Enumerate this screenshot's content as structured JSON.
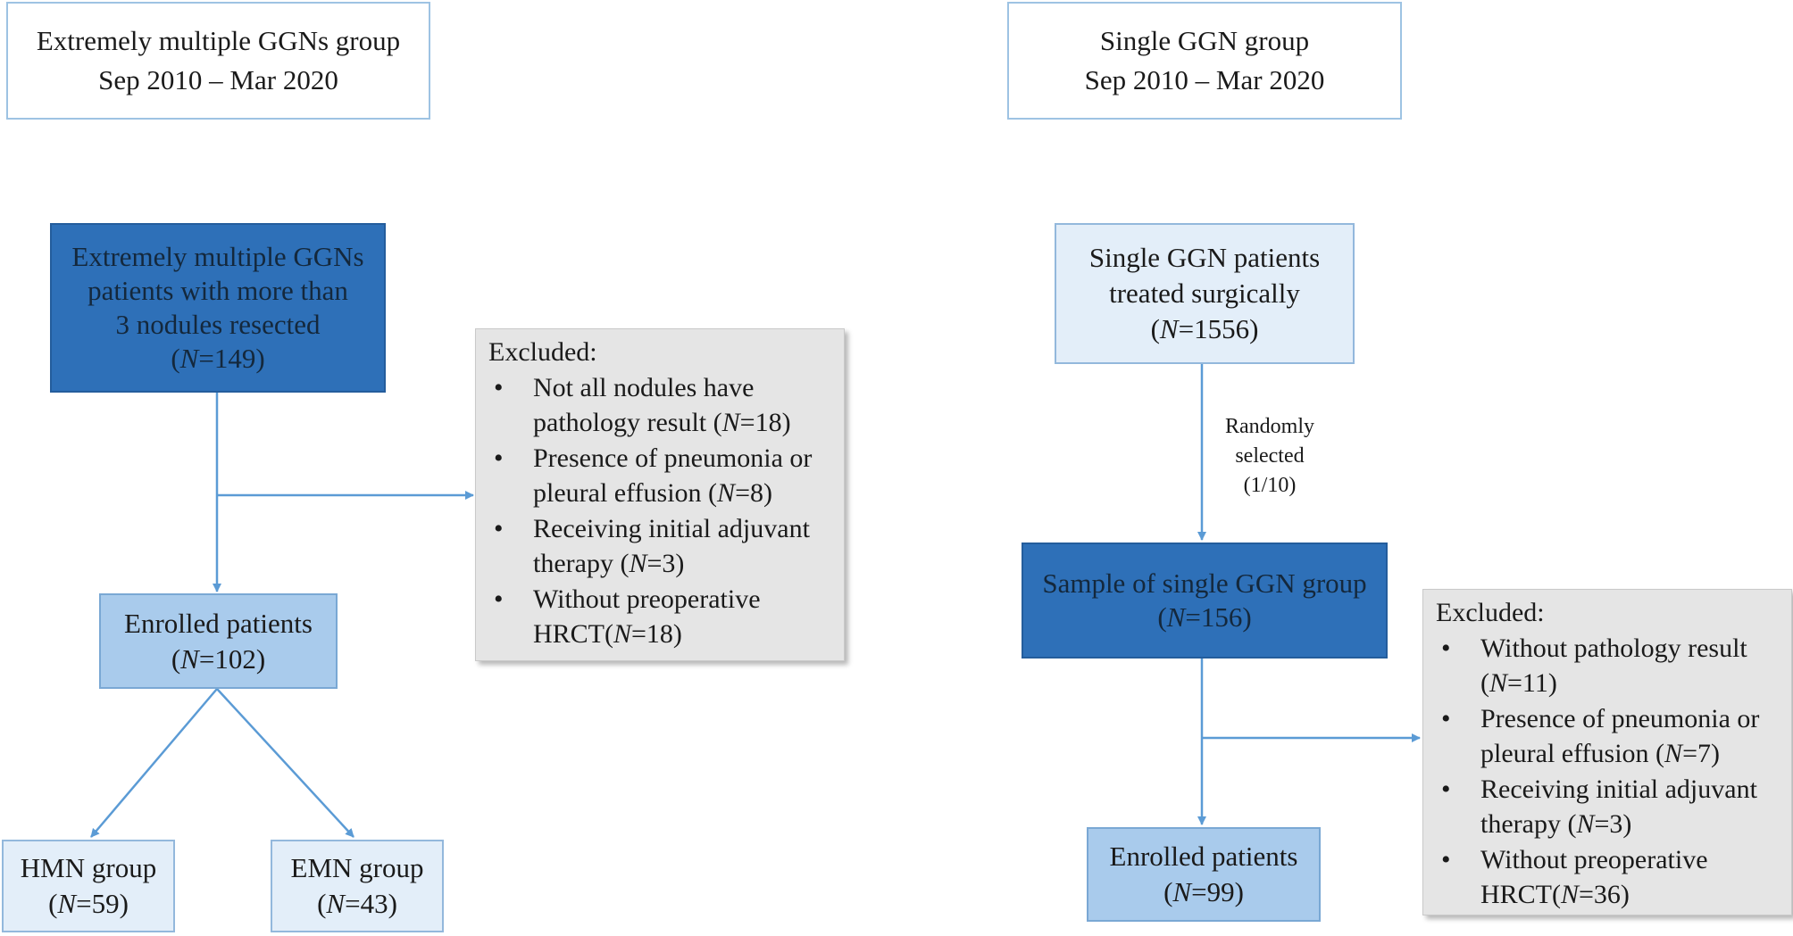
{
  "left": {
    "header": {
      "line1": "Extremely multiple GGNs group",
      "line2": "Sep 2010 – Mar 2020"
    },
    "start": {
      "line1": "Extremely multiple GGNs",
      "line2": "patients with more than",
      "line3": "3 nodules resected",
      "n_label": "N",
      "n_value": "=149"
    },
    "excluded": {
      "title": "Excluded:",
      "bullet": "•",
      "items": [
        {
          "line1": "Not all nodules have",
          "line2_pre": "pathology result (",
          "n_label": "N",
          "n_value": "=18)"
        },
        {
          "line1": "Presence of pneumonia or",
          "line2_pre": "pleural effusion (",
          "n_label": "N",
          "n_value": "=8)"
        },
        {
          "line1": "Receiving initial adjuvant",
          "line2_pre": "therapy (",
          "n_label": "N",
          "n_value": "=3)"
        },
        {
          "line1": "Without preoperative",
          "line2_pre": "HRCT(",
          "n_label": "N",
          "n_value": "=18)"
        }
      ]
    },
    "enrolled": {
      "line1": "Enrolled patients",
      "n_label": "N",
      "n_value": "=102"
    },
    "hmn": {
      "line1": "HMN group",
      "n_label": "N",
      "n_value": "=59"
    },
    "emn": {
      "line1": "EMN group",
      "n_label": "N",
      "n_value": "=43"
    }
  },
  "right": {
    "header": {
      "line1": "Single GGN group",
      "line2": "Sep 2010 – Mar 2020"
    },
    "start": {
      "line1": "Single GGN patients",
      "line2": "treated surgically",
      "n_label": "N",
      "n_value": "=1556"
    },
    "selection_label": {
      "line1": "Randomly",
      "line2": "selected",
      "line3": "(1/10)"
    },
    "sample": {
      "line1": "Sample of single GGN group",
      "n_label": "N",
      "n_value": "=156"
    },
    "excluded": {
      "title": "Excluded:",
      "bullet": "•",
      "items": [
        {
          "line1": "Without pathology result",
          "line2_pre": "(",
          "n_label": "N",
          "n_value": "=11)"
        },
        {
          "line1": "Presence of pneumonia or",
          "line2_pre": "pleural effusion (",
          "n_label": "N",
          "n_value": "=7)"
        },
        {
          "line1": "Receiving initial adjuvant",
          "line2_pre": "therapy (",
          "n_label": "N",
          "n_value": "=3)"
        },
        {
          "line1": "Without preoperative",
          "line2_pre": "HRCT(",
          "n_label": "N",
          "n_value": "=36)"
        }
      ]
    },
    "enrolled": {
      "line1": "Enrolled patients",
      "n_label": "N",
      "n_value": "=99"
    }
  },
  "colors": {
    "dark_box": "#2e70b8",
    "mid_box": "#a9cbec",
    "pale_box": "#e3eef9",
    "excluded_box": "#e5e5e5",
    "arrow": "#5b9bd5"
  }
}
